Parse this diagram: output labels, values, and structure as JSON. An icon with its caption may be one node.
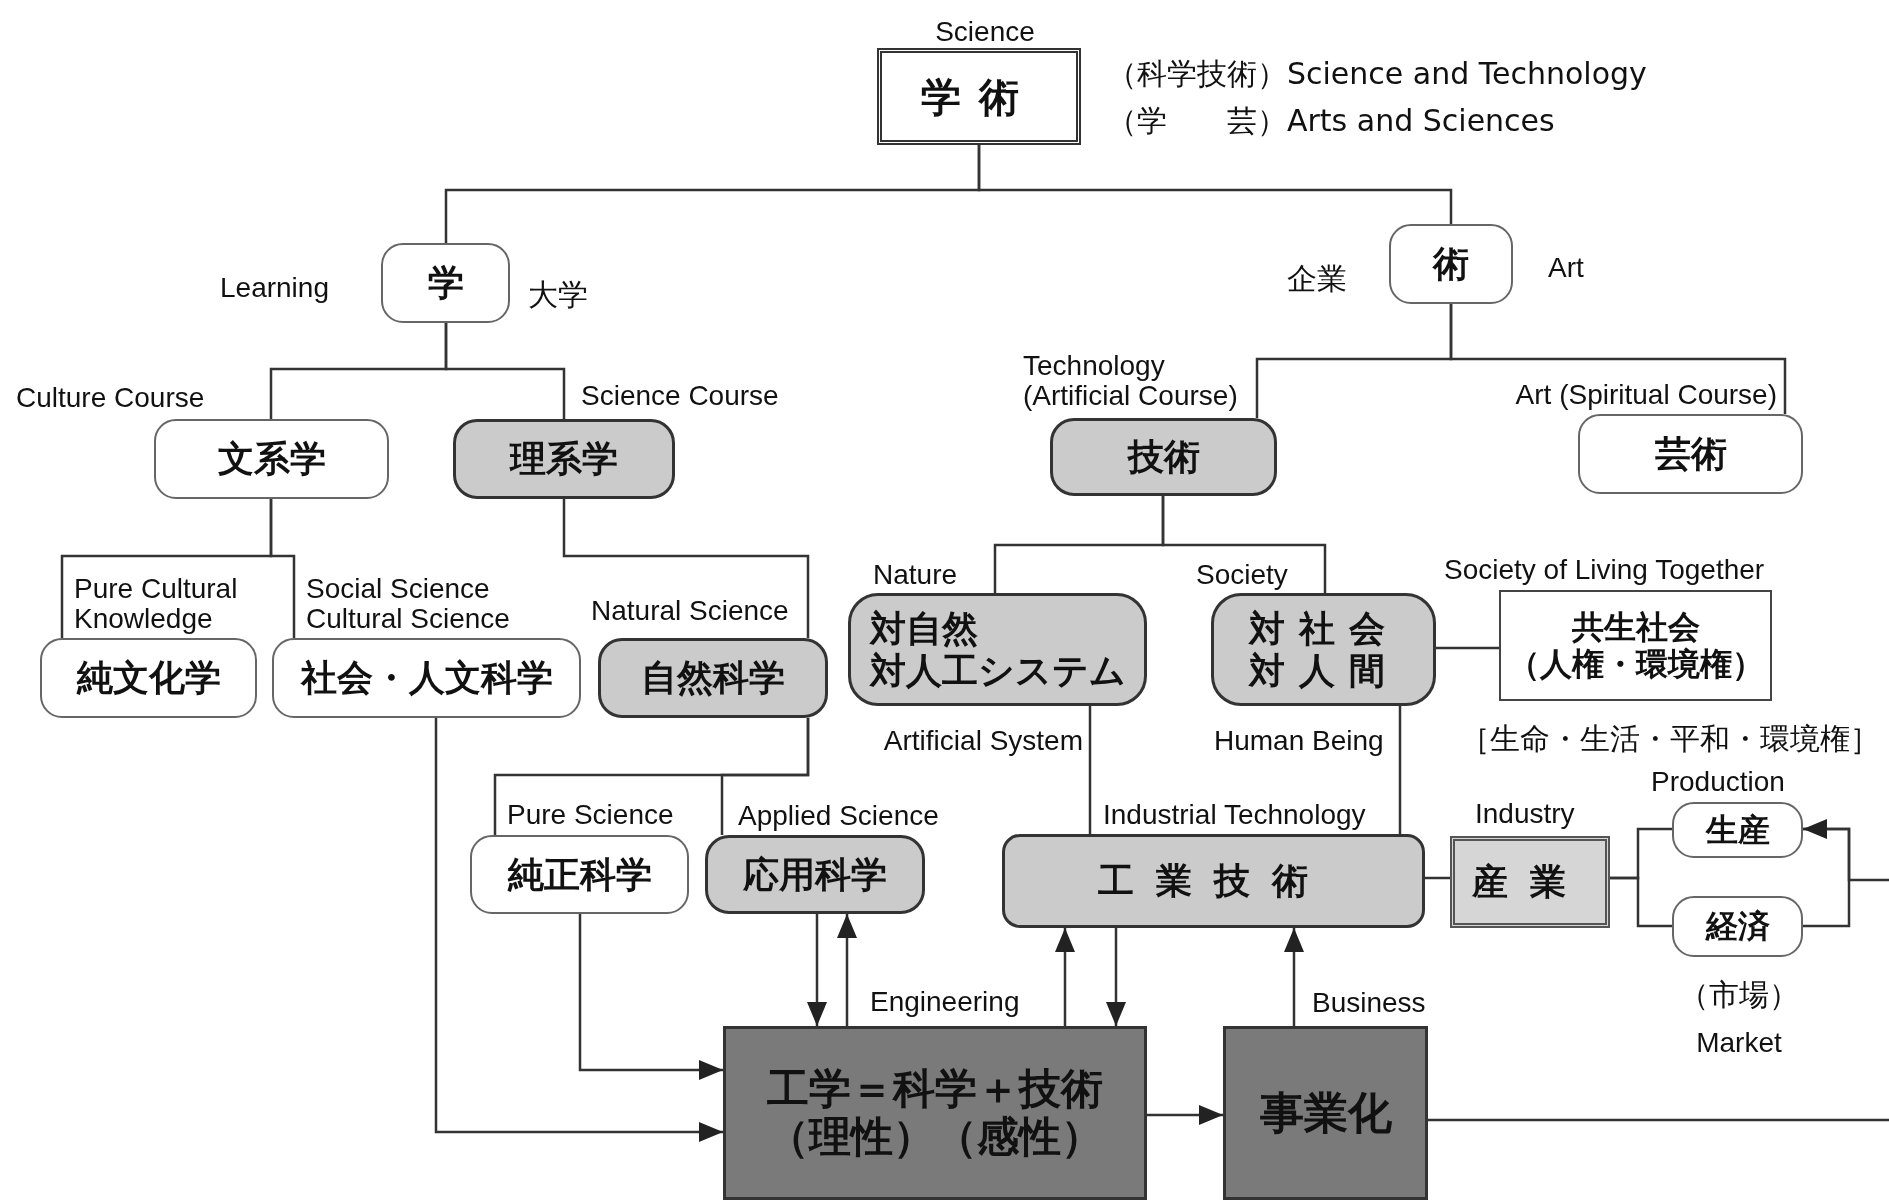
{
  "diagram": {
    "nodes": [
      {
        "text": [
          "Science",
          "学術"
        ],
        "beside": [
          "（科学技術）Science and Technology",
          "（学　　芸）Arts and Sciences"
        ]
      },
      {
        "text": [
          "学"
        ],
        "beside": [
          "Learning",
          "大学"
        ]
      },
      {
        "text": [
          "術"
        ],
        "beside": [
          "企業",
          "Art"
        ]
      },
      {
        "text": [
          "Culture Course",
          "文系学"
        ]
      },
      {
        "text": [
          "Science Course",
          "理系学"
        ]
      },
      {
        "text": [
          "Technology (Artificial Course)",
          "技術"
        ]
      },
      {
        "text": [
          "Art (Spiritual Course)",
          "芸術"
        ]
      },
      {
        "text": [
          "Pure Cultural Knowledge",
          "純文化学"
        ]
      },
      {
        "text": [
          "Social Science Cultural Science",
          "社会・人文科学"
        ]
      },
      {
        "text": [
          "Natural Science",
          "自然科学"
        ]
      },
      {
        "text": [
          "Nature",
          "対自然対人工システム"
        ],
        "beside": [
          "Artificial System"
        ]
      },
      {
        "text": [
          "Society",
          "対社会対人間"
        ],
        "beside": [
          "Human Being"
        ]
      },
      {
        "text": [
          "Society of Living Together",
          "共生社会（人権・環境権）"
        ],
        "beside": [
          "［生命・生活・平和・環境権］"
        ]
      },
      {
        "text": [
          "Pure Science",
          "純正科学"
        ]
      },
      {
        "text": [
          "Applied Science",
          "応用科学"
        ]
      },
      {
        "text": [
          "Industrial Technology",
          "工業技術"
        ]
      },
      {
        "text": [
          "Industry",
          "産業"
        ]
      },
      {
        "text": [
          "Production",
          "生産"
        ]
      },
      {
        "text": [
          "経済"
        ],
        "beside": [
          "（市場）",
          "Market"
        ]
      },
      {
        "text": [
          "工学＝科学＋技術（理性）（感性）"
        ]
      },
      {
        "text": [
          "事業化"
        ]
      }
    ],
    "edges": [
      {
        "from": 0,
        "to": 1,
        "arrow": "none"
      },
      {
        "from": 0,
        "to": 2,
        "arrow": "none"
      },
      {
        "from": 1,
        "to": 3,
        "arrow": "none"
      },
      {
        "from": 1,
        "to": 4,
        "arrow": "none"
      },
      {
        "from": 2,
        "to": 5,
        "arrow": "none"
      },
      {
        "from": 2,
        "to": 6,
        "arrow": "none"
      },
      {
        "from": 3,
        "to": 7,
        "arrow": "none"
      },
      {
        "from": 3,
        "to": 8,
        "arrow": "none"
      },
      {
        "from": 4,
        "to": 9,
        "arrow": "none"
      },
      {
        "from": 5,
        "to": 10,
        "arrow": "none"
      },
      {
        "from": 5,
        "to": 11,
        "arrow": "none"
      },
      {
        "from": 11,
        "to": 12,
        "arrow": "none"
      },
      {
        "from": 9,
        "to": 13,
        "arrow": "none"
      },
      {
        "from": 9,
        "to": 14,
        "arrow": "none"
      },
      {
        "from": 10,
        "to": 15,
        "arrow": "none"
      },
      {
        "from": 11,
        "to": 15,
        "arrow": "none"
      },
      {
        "from": 15,
        "to": 16,
        "arrow": "none"
      },
      {
        "from": 16,
        "to": 17,
        "arrow": "none"
      },
      {
        "from": 16,
        "to": 18,
        "arrow": "none"
      },
      {
        "from": 17,
        "to": 18,
        "arrow": "none"
      },
      {
        "from": null,
        "to": 17,
        "arrow": "to"
      },
      {
        "from": 8,
        "to": 19,
        "arrow": "to"
      },
      {
        "from": 13,
        "to": 19,
        "arrow": "to"
      },
      {
        "from": 14,
        "to": 19,
        "arrow": "to"
      },
      {
        "from": 19,
        "to": 14,
        "arrow": "to"
      },
      {
        "from": 19,
        "to": 15,
        "arrow": "to"
      },
      {
        "from": 15,
        "to": 19,
        "arrow": "to"
      },
      {
        "from": 20,
        "to": 15,
        "arrow": "to"
      },
      {
        "from": 19,
        "to": 20,
        "arrow": "to"
      },
      {
        "from": 20,
        "to": null,
        "arrow": "none"
      }
    ],
    "labels": [
      "Engineering",
      "Business"
    ]
  }
}
